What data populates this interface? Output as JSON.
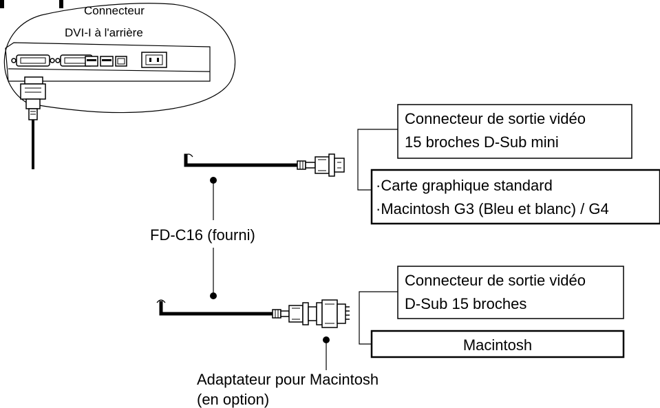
{
  "monitor": {
    "connector_label_line1": "Connecteur",
    "connector_label_line2": "DVI-I à l'arrière"
  },
  "cable": {
    "label": "FD-C16 (fourni)"
  },
  "top_output": {
    "box_line1": "Connecteur de sortie vidéo",
    "box_line2": "15 broches D-Sub mini",
    "target_line1": "·Carte graphique standard",
    "target_line2": "·Macintosh G3 (Bleu et blanc) / G4"
  },
  "bottom_output": {
    "box_line1": "Connecteur de sortie vidéo",
    "box_line2": "D-Sub 15 broches",
    "target": "Macintosh"
  },
  "adapter": {
    "label_line1": "Adaptateur pour Macintosh",
    "label_line2": "(en option)"
  }
}
